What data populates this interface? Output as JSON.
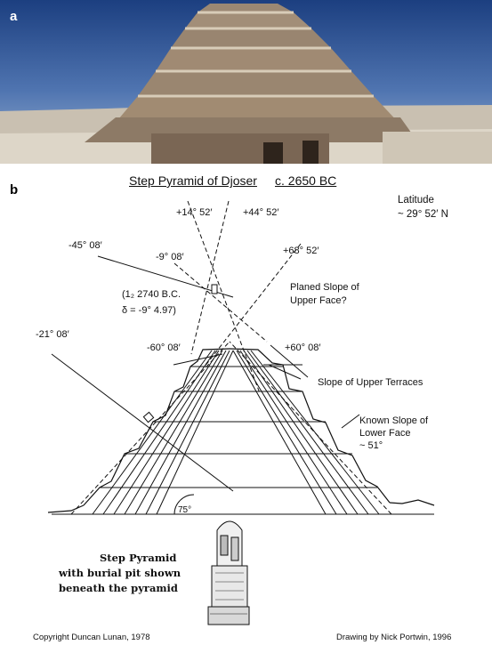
{
  "panel_a": {
    "letter": "a"
  },
  "panel_b": {
    "letter": "b",
    "title": "Step Pyramid of Djoser",
    "date": "c. 2650 BC",
    "latitude": {
      "label": "Latitude",
      "value": "~ 29° 52′ N"
    },
    "angles": {
      "plus14": "+14° 52′",
      "plus44": "+44° 52′",
      "minus45": "-45° 08′",
      "minus9": "-9° 08′",
      "plus68": "+68° 52′",
      "minus21": "-21° 08′",
      "minus60": "-60° 08′",
      "plus60": "+60° 08′",
      "base_angle": "75°"
    },
    "star_note": {
      "line1": "(1₂ 2740 B.C.",
      "line2": "δ = -9° 4.97)"
    },
    "annotations": {
      "planed_slope": [
        "Planed Slope of",
        "Upper Face?"
      ],
      "upper_terraces": "Slope of Upper Terraces",
      "known_slope": [
        "Known Slope of",
        "Lower Face",
        "~ 51°"
      ]
    },
    "caption": [
      "Step Pyramid",
      "with  burial pit shown",
      "beneath the pyramid"
    ],
    "credits": {
      "left": "Copyright Duncan Lunan, 1978",
      "right": "Drawing by Nick Portwin, 1996"
    }
  }
}
